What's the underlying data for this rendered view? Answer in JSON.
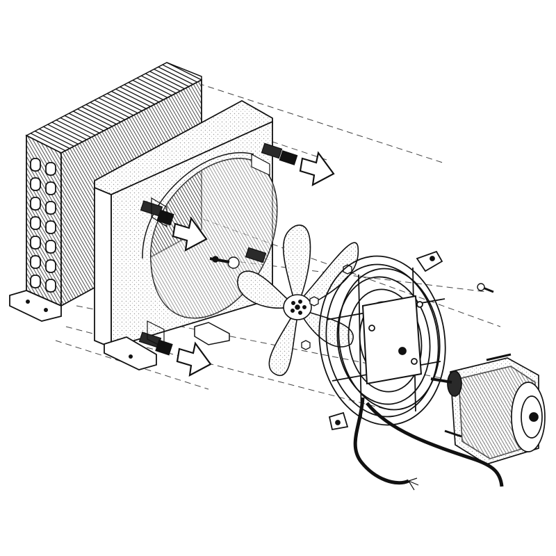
{
  "diagram": {
    "kind": "exploded-view",
    "style": "black-and-white line drawing",
    "components": [
      {
        "id": "condenser-coil",
        "icon": "finned-heat-exchanger"
      },
      {
        "id": "fan-shroud",
        "icon": "square-shroud-with-round-opening"
      },
      {
        "id": "shroud-clips",
        "icon": "clip",
        "count": 3
      },
      {
        "id": "airflow-arrows",
        "icon": "outline-arrow",
        "count": 3
      },
      {
        "id": "fan-blade",
        "icon": "five-blade-propeller"
      },
      {
        "id": "fan-guard",
        "icon": "wire-grille"
      },
      {
        "id": "fan-motor",
        "icon": "shaded-pole-motor"
      },
      {
        "id": "power-cable",
        "icon": "cable-with-stripped-ends"
      },
      {
        "id": "screws",
        "icon": "screw",
        "count": 2
      }
    ],
    "colors": {
      "ink": "#111111",
      "paper": "#ffffff",
      "shade": "#d6d6d6",
      "dark": "#2a2a2a"
    }
  }
}
